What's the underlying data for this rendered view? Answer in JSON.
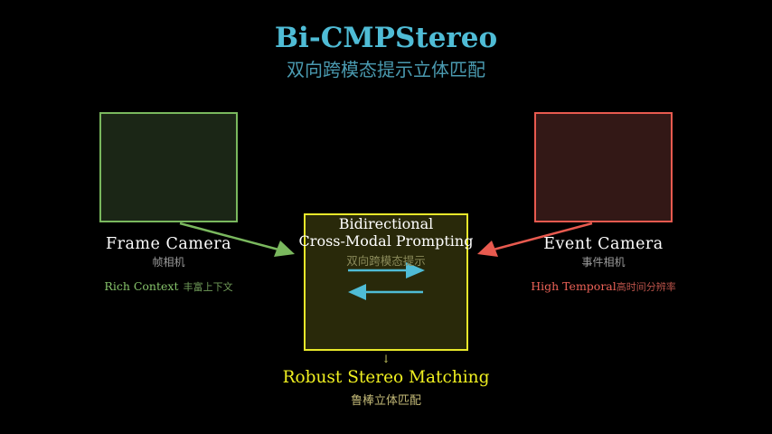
{
  "header": {
    "title": "Bi-CMPStereo",
    "subtitle": "双向跨模态提示立体匹配"
  },
  "frame_camera": {
    "label": "Frame Camera",
    "sub_label": "帧相机",
    "tag_en": "Rich Context",
    "tag_zh": "丰富上下文",
    "color": "#7ab85e"
  },
  "event_camera": {
    "label": "Event Camera",
    "sub_label": "事件相机",
    "tag_en": "High Temporal",
    "tag_zh": "高时间分辨率",
    "color": "#e85a4f"
  },
  "center_module": {
    "title_line1": "Bidirectional",
    "title_line2": "Cross-Modal Prompting",
    "sub_label": "双向跨模态提示",
    "color": "#e8e82a",
    "arrow_color": "#4fbcd6"
  },
  "result": {
    "down_arrow": "↓",
    "label": "Robust Stereo Matching",
    "sub_label": "鲁棒立体匹配"
  },
  "colors": {
    "background": "#000000",
    "title": "#4fbcd6"
  }
}
